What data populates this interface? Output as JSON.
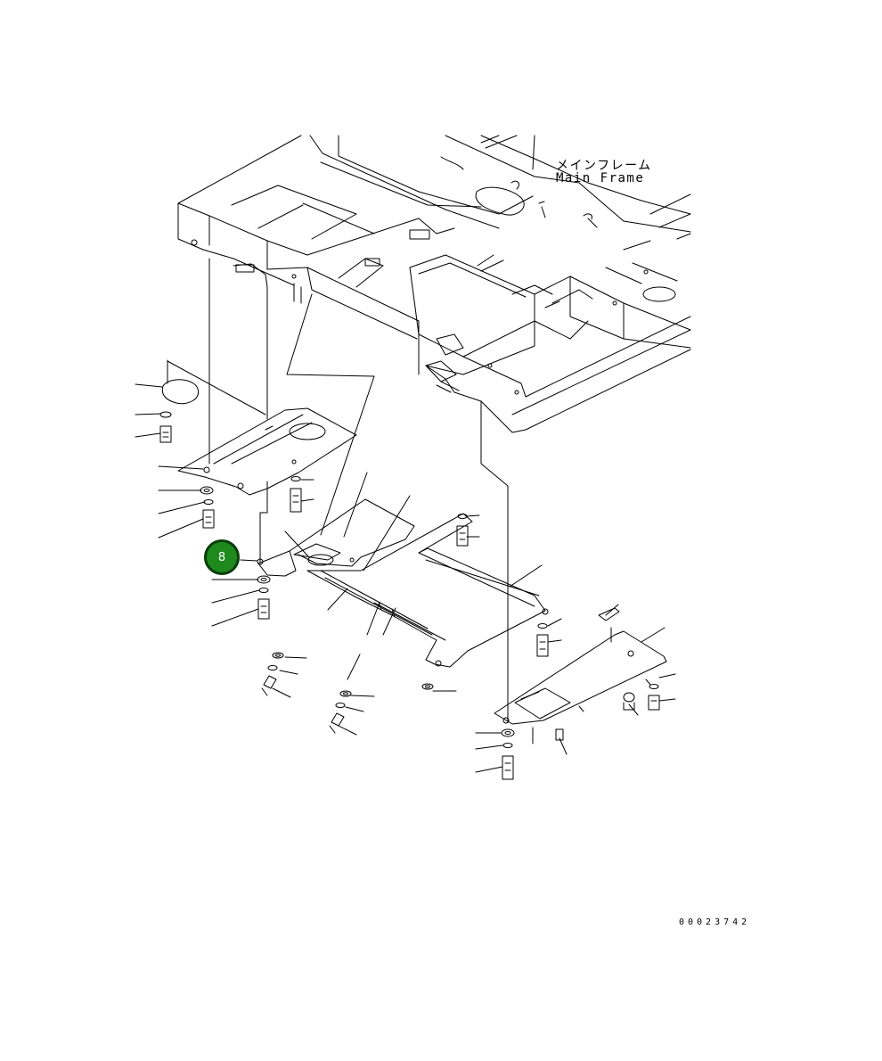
{
  "labels": {
    "main_frame_jp": "メインフレーム",
    "main_frame_en": "Main Frame"
  },
  "callout": {
    "number": "8",
    "fill_color": "#1e8a1e",
    "border_color": "#0b3d0b"
  },
  "drawing_number": "00023742"
}
